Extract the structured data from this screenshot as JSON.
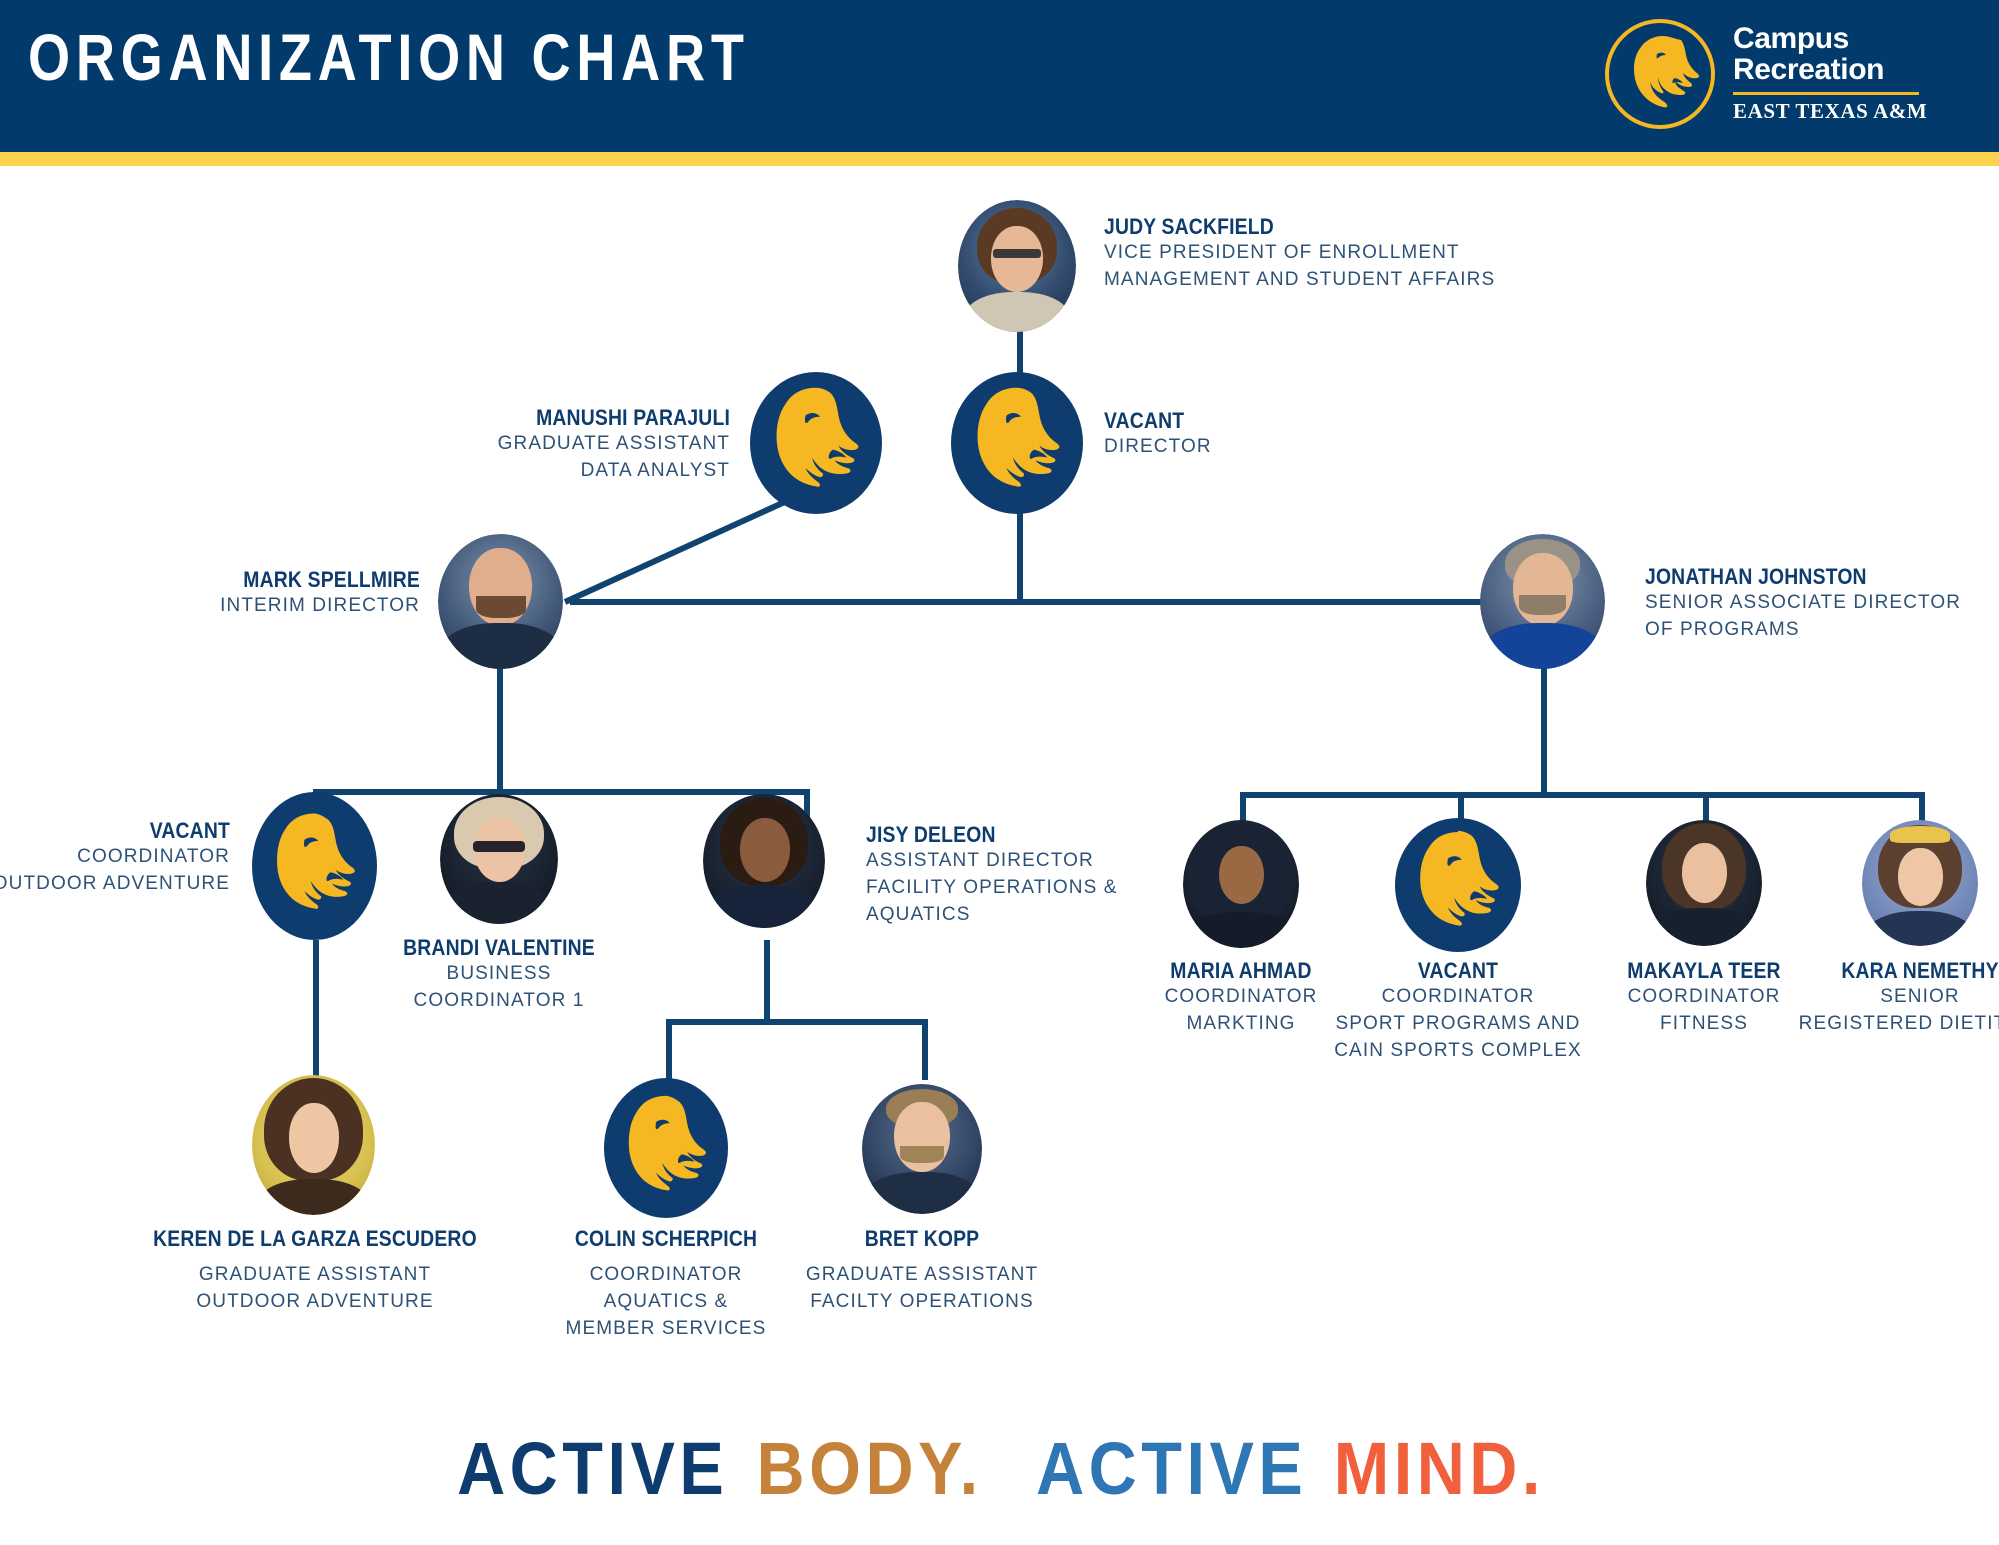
{
  "header": {
    "title": "ORGANIZATION CHART",
    "logo": {
      "icon": "lion-head-icon",
      "line1": "Campus",
      "line2": "Recreation",
      "line3": "EAST TEXAS A&M"
    },
    "band_color": "#023B6B",
    "accent_color": "#FFD24D"
  },
  "footer": {
    "tagline_parts": [
      {
        "text": "ACTIVE",
        "color": "#0E3C6E"
      },
      {
        "text": "BODY.",
        "color": "#C4823A"
      },
      {
        "text": "ACTIVE",
        "color": "#2E76B4"
      },
      {
        "text": "MIND.",
        "color": "#F1603C"
      }
    ]
  },
  "chart_data": {
    "type": "diagram",
    "title": "ORGANIZATION CHART",
    "nodes": [
      {
        "id": "judy",
        "name": "JUDY SACKFIELD",
        "title_lines": [
          "VICE PRESIDENT OF ENROLLMENT",
          "MANAGEMENT AND STUDENT AFFAIRS"
        ],
        "avatar": "photo",
        "parent": null
      },
      {
        "id": "manushi",
        "name": "MANUSHI PARAJULI",
        "title_lines": [
          "GRADUATE ASSISTANT",
          "DATA ANALYST"
        ],
        "avatar": "lion-logo",
        "parent": "mark"
      },
      {
        "id": "vacant-director",
        "name": "VACANT",
        "title_lines": [
          "DIRECTOR"
        ],
        "avatar": "lion-logo",
        "parent": "judy"
      },
      {
        "id": "mark",
        "name": "MARK SPELLMIRE",
        "title_lines": [
          "INTERIM DIRECTOR"
        ],
        "avatar": "photo",
        "parent": "vacant-director"
      },
      {
        "id": "jonathan",
        "name": "JONATHAN JOHNSTON",
        "title_lines": [
          "SENIOR ASSOCIATE DIRECTOR",
          "OF PROGRAMS"
        ],
        "avatar": "photo",
        "parent": "vacant-director"
      },
      {
        "id": "vacant-outdoor",
        "name": "VACANT",
        "title_lines": [
          "COORDINATOR",
          "OUTDOOR ADVENTURE"
        ],
        "avatar": "lion-logo",
        "parent": "mark"
      },
      {
        "id": "brandi",
        "name": "BRANDI VALENTINE",
        "title_lines": [
          "BUSINESS",
          "COORDINATOR 1"
        ],
        "avatar": "photo",
        "parent": "mark"
      },
      {
        "id": "jisy",
        "name": "JISY DELEON",
        "title_lines": [
          "ASSISTANT DIRECTOR",
          "FACILITY OPERATIONS &",
          "AQUATICS"
        ],
        "avatar": "photo",
        "parent": "mark"
      },
      {
        "id": "maria",
        "name": "MARIA AHMAD",
        "title_lines": [
          "COORDINATOR",
          "MARKTING"
        ],
        "avatar": "photo",
        "parent": "jonathan"
      },
      {
        "id": "vacant-sport",
        "name": "VACANT",
        "title_lines": [
          "COORDINATOR",
          "SPORT PROGRAMS AND",
          "CAIN SPORTS COMPLEX"
        ],
        "avatar": "lion-logo",
        "parent": "jonathan"
      },
      {
        "id": "makayla",
        "name": "MAKAYLA TEER",
        "title_lines": [
          "COORDINATOR",
          "FITNESS"
        ],
        "avatar": "photo",
        "parent": "jonathan"
      },
      {
        "id": "kara",
        "name": "KARA NEMETHY",
        "title_lines": [
          "SENIOR",
          "REGISTERED DIETITIAN"
        ],
        "avatar": "photo",
        "parent": "jonathan"
      },
      {
        "id": "keren",
        "name": "KEREN DE LA GARZA ESCUDERO",
        "title_lines": [
          "GRADUATE ASSISTANT",
          "OUTDOOR ADVENTURE"
        ],
        "avatar": "photo",
        "parent": "vacant-outdoor"
      },
      {
        "id": "colin",
        "name": "COLIN  SCHERPICH",
        "title_lines": [
          "COORDINATOR",
          "AQUATICS &",
          "MEMBER SERVICES"
        ],
        "avatar": "lion-logo",
        "parent": "jisy"
      },
      {
        "id": "bret",
        "name": "BRET KOPP",
        "title_lines": [
          "GRADUATE ASSISTANT",
          "FACILTY OPERATIONS"
        ],
        "avatar": "photo",
        "parent": "jisy"
      }
    ],
    "edges": [
      {
        "from": "judy",
        "to": "vacant-director"
      },
      {
        "from": "vacant-director",
        "to": "mark"
      },
      {
        "from": "vacant-director",
        "to": "jonathan"
      },
      {
        "from": "mark",
        "to": "manushi"
      },
      {
        "from": "mark",
        "to": "vacant-outdoor"
      },
      {
        "from": "mark",
        "to": "brandi"
      },
      {
        "from": "mark",
        "to": "jisy"
      },
      {
        "from": "jonathan",
        "to": "maria"
      },
      {
        "from": "jonathan",
        "to": "vacant-sport"
      },
      {
        "from": "jonathan",
        "to": "makayla"
      },
      {
        "from": "jonathan",
        "to": "kara"
      },
      {
        "from": "vacant-outdoor",
        "to": "keren"
      },
      {
        "from": "jisy",
        "to": "colin"
      },
      {
        "from": "jisy",
        "to": "bret"
      }
    ],
    "line_color": "#10436F",
    "name_color": "#0E3C6E",
    "title_color": "#2E5276"
  }
}
